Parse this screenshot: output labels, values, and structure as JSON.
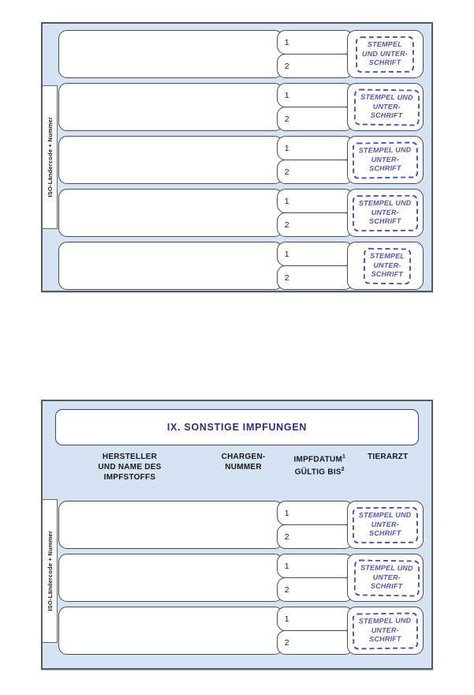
{
  "document": {
    "language": "de",
    "form_type": "EU-Heimtierausweis Impfnachweis"
  },
  "panel_top": {
    "side_label": "ISO-Ländercode + Nummer",
    "rows": [
      {
        "date_1": "1",
        "date_2": "2",
        "stamp": [
          "STEMPEL",
          "UND UNTER-",
          "SCHRIFT"
        ]
      },
      {
        "date_1": "1",
        "date_2": "2",
        "stamp": [
          "STEMPEL UND",
          "UNTER-",
          "SCHRIFT"
        ]
      },
      {
        "date_1": "1",
        "date_2": "2",
        "stamp": [
          "STEMPEL UND",
          "UNTER-",
          "SCHRIFT"
        ]
      },
      {
        "date_1": "1",
        "date_2": "2",
        "stamp": [
          "STEMPEL UND",
          "UNTER-",
          "SCHRIFT"
        ]
      },
      {
        "date_1": "1",
        "date_2": "2",
        "stamp": [
          "STEMPEL",
          "UNTER-",
          "SCHRIFT"
        ]
      }
    ]
  },
  "panel_bottom": {
    "title": "IX. SONSTIGE IMPFUNGEN",
    "side_label": "ISO-Ländercode + Nummer",
    "columns": [
      {
        "label_line_1": "HERSTELLER",
        "label_line_2": "UND NAME DES",
        "label_line_3": "IMPFSTOFFS"
      },
      {
        "label_line_1": "CHARGEN-",
        "label_line_2": "NUMMER",
        "label_line_3": ""
      },
      {
        "label_line_1": "IMPFDATUM",
        "sup_1": "1",
        "label_line_2": "GÜLTIG BIS",
        "sup_2": "2",
        "label_line_3": ""
      },
      {
        "label_line_1": "TIERARZT",
        "label_line_2": "",
        "label_line_3": ""
      }
    ],
    "rows": [
      {
        "date_1": "1",
        "date_2": "2",
        "stamp": [
          "STEMPEL UND",
          "UNTER-",
          "SCHRIFT"
        ]
      },
      {
        "date_1": "1",
        "date_2": "2",
        "stamp": [
          "STEMPEL UND",
          "UNTER-",
          "SCHRIFT"
        ]
      },
      {
        "date_1": "1",
        "date_2": "2",
        "stamp": [
          "STEMPEL UND",
          "UNTER-",
          "SCHRIFT"
        ]
      }
    ]
  },
  "colors": {
    "panel_background": "#d6e3f3",
    "panel_border": "#555a60",
    "title_blue": "#2b2f7f",
    "stamp_blue": "#3d3f9e",
    "cell_white": "#ffffff"
  }
}
